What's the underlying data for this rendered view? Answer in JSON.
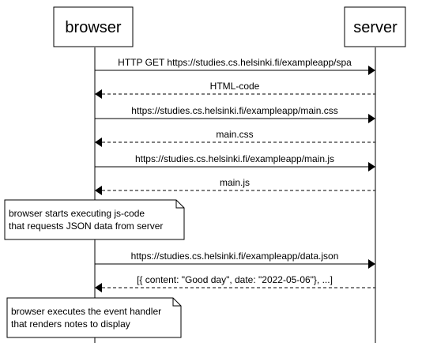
{
  "participants": {
    "browser": "browser",
    "server": "server"
  },
  "messages": [
    {
      "label": "HTTP GET https://studies.cs.helsinki.fi/exampleapp/spa",
      "direction": "to-server",
      "style": "solid"
    },
    {
      "label": "HTML-code",
      "direction": "to-browser",
      "style": "dashed"
    },
    {
      "label": "https://studies.cs.helsinki.fi/exampleapp/main.css",
      "direction": "to-server",
      "style": "solid"
    },
    {
      "label": "main.css",
      "direction": "to-browser",
      "style": "dashed"
    },
    {
      "label": "https://studies.cs.helsinki.fi/exampleapp/main.js",
      "direction": "to-server",
      "style": "solid"
    },
    {
      "label": "main.js",
      "direction": "to-browser",
      "style": "dashed"
    },
    {
      "label": "https://studies.cs.helsinki.fi/exampleapp/data.json",
      "direction": "to-server",
      "style": "solid"
    },
    {
      "label": "[{ content: \"Good day\", date: \"2022-05-06\"}, ...]",
      "direction": "to-browser",
      "style": "dashed"
    }
  ],
  "notes": [
    {
      "lines": [
        "browser starts executing js-code",
        "that requests JSON data from server"
      ]
    },
    {
      "lines": [
        "browser executes the event handler",
        "that renders notes to display"
      ]
    }
  ],
  "colors": {
    "line": "#000000",
    "note_fill": "#ffffff",
    "box_fill": "#ffffff"
  }
}
